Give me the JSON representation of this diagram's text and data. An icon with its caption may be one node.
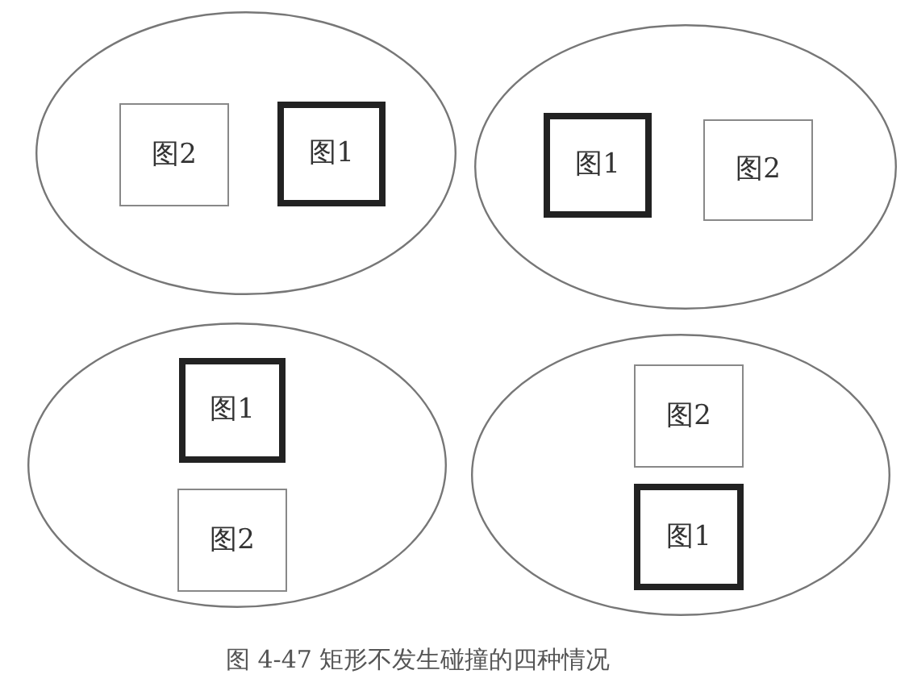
{
  "diagram": {
    "caption": "图 4-47 矩形不发生碰撞的四种情况",
    "nodes": [
      {
        "text": [],
        "shape": "ellipse"
      },
      {
        "text": [
          "图2"
        ],
        "in": 0
      },
      {
        "text": [
          "图1"
        ],
        "in": 0
      },
      {
        "text": [],
        "shape": "ellipse"
      },
      {
        "text": [
          "图1"
        ],
        "in": 3
      },
      {
        "text": [
          "图2"
        ],
        "in": 3
      },
      {
        "text": [],
        "shape": "ellipse"
      },
      {
        "text": [
          "图1"
        ],
        "in": 6
      },
      {
        "text": [
          "图2"
        ],
        "in": 6
      },
      {
        "text": [],
        "shape": "ellipse"
      },
      {
        "text": [
          "图2"
        ],
        "in": 9
      },
      {
        "text": [
          "图1"
        ],
        "in": 9
      }
    ]
  }
}
